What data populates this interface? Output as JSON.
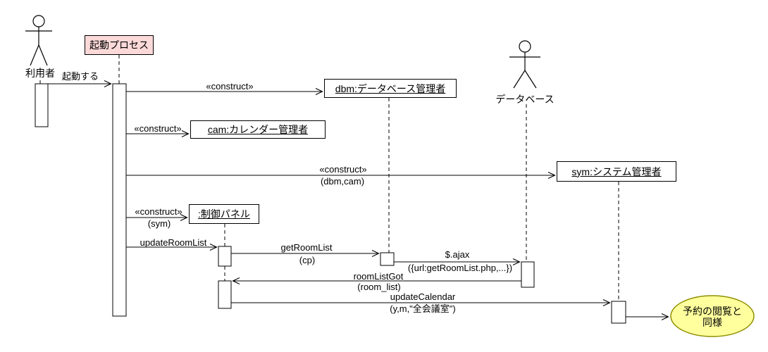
{
  "diagram": {
    "type": "uml-sequence-diagram",
    "actors": {
      "user": {
        "label": "利用者"
      },
      "database": {
        "label": "データベース"
      }
    },
    "participants": {
      "boot_process": {
        "label": "起動プロセス"
      },
      "dbm": {
        "label": "dbm:データベース管理者"
      },
      "cam": {
        "label": "cam:カレンダー管理者"
      },
      "sym": {
        "label": "sym:システム管理者"
      },
      "control_panel": {
        "label": ":制御パネル"
      }
    },
    "messages": {
      "start": {
        "label": "起動する"
      },
      "construct_dbm": {
        "label": "«construct»"
      },
      "construct_cam": {
        "label": "«construct»"
      },
      "construct_sym": {
        "label": "«construct»",
        "args": "(dbm,cam)"
      },
      "construct_cp": {
        "label": "«construct»",
        "args": "(sym)"
      },
      "update_room_list": {
        "label": "updateRoomList"
      },
      "get_room_list": {
        "label": "getRoomList",
        "args": "(cp)"
      },
      "ajax": {
        "label": "$.ajax",
        "args": "({url:getRoomList.php,...})"
      },
      "room_list_got": {
        "label": "roomListGot",
        "args": "(room_list)"
      },
      "update_calendar": {
        "label": "updateCalendar",
        "args": "(y,m,\"全会議室\")"
      }
    },
    "note": {
      "line1": "予約の閲覧と",
      "line2": "同様"
    },
    "colors": {
      "process_fill": "#fcd9d9",
      "note_fill": "#ffff9e",
      "note_border": "#8f8f00",
      "line": "#000000"
    }
  }
}
